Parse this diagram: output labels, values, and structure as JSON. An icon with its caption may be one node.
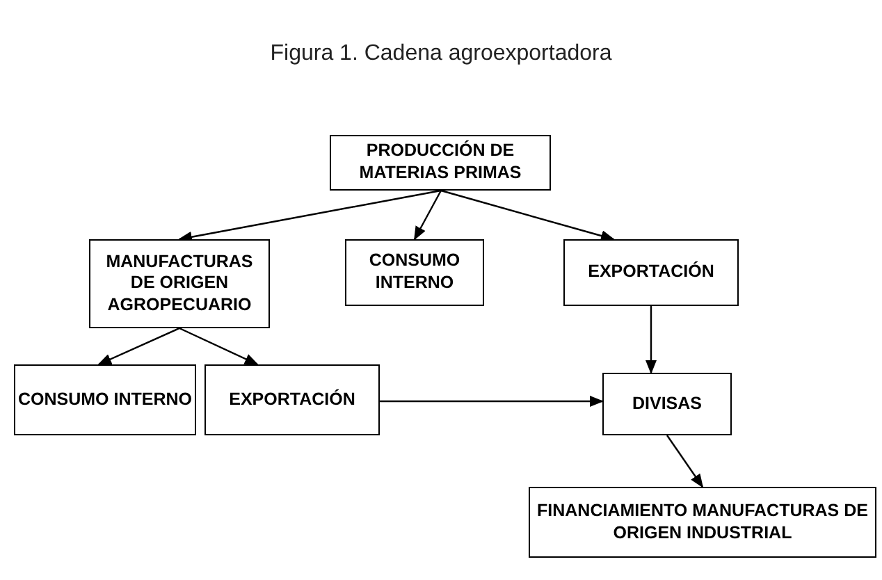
{
  "diagram": {
    "title": "Figura 1. Cadena agroexportadora",
    "nodes": [
      {
        "text": [
          "PRODUCCIÓN DE MATERIAS PRIMAS"
        ]
      },
      {
        "text": [
          "MANUFACTURAS DE ORIGEN AGROPECUARIO"
        ]
      },
      {
        "text": [
          "CONSUMO INTERNO"
        ]
      },
      {
        "text": [
          "EXPORTACIÓN"
        ]
      },
      {
        "text": [
          "CONSUMO INTERNO"
        ]
      },
      {
        "text": [
          "EXPORTACIÓN"
        ]
      },
      {
        "text": [
          "DIVISAS"
        ]
      },
      {
        "text": [
          "FINANCIAMIENTO MANUFACTURAS DE ORIGEN INDUSTRIAL"
        ]
      }
    ],
    "edges": [
      {
        "from": 0,
        "to": 1,
        "arrow": "to"
      },
      {
        "from": 0,
        "to": 2,
        "arrow": "to"
      },
      {
        "from": 0,
        "to": 3,
        "arrow": "to"
      },
      {
        "from": 1,
        "to": 4,
        "arrow": "to"
      },
      {
        "from": 1,
        "to": 5,
        "arrow": "to"
      },
      {
        "from": 3,
        "to": 6,
        "arrow": "to"
      },
      {
        "from": 5,
        "to": 6,
        "arrow": "to"
      },
      {
        "from": 6,
        "to": 7,
        "arrow": "to"
      }
    ]
  }
}
